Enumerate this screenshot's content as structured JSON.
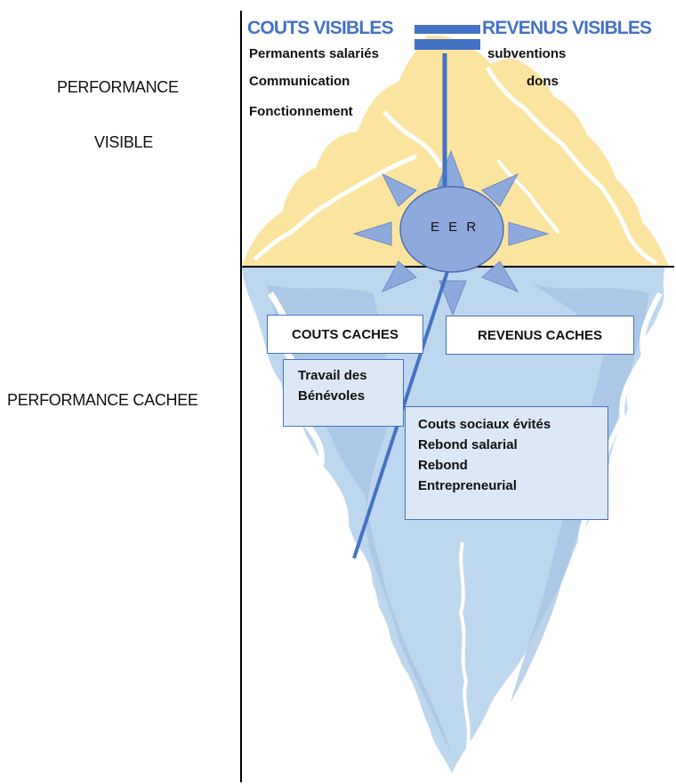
{
  "left_labels": {
    "visible_line1": "PERFORMANCE",
    "visible_line2": "VISIBLE",
    "hidden": "PERFORMANCE CACHEE"
  },
  "top": {
    "costs_header": "COUTS VISIBLES",
    "revenue_header": "REVENUS VISIBLES",
    "costs_items": [
      "Permanents salariés",
      "Communication",
      "Fonctionnement"
    ],
    "revenue_items": [
      "subventions",
      "dons"
    ]
  },
  "center": {
    "label": "E E R"
  },
  "hidden": {
    "costs_label": "COUTS CACHES",
    "revenue_label": "REVENUS CACHES",
    "volunteer_lines": [
      "Travail des",
      "Bénévoles"
    ],
    "social_lines": [
      "Couts sociaux évités",
      "Rebond salarial",
      "Rebond",
      "Entrepreneurial"
    ]
  },
  "colors": {
    "iceberg_top": "#fbe4a0",
    "iceberg_bottom": "#bdd7ee",
    "accent": "#4472c4",
    "sun_fill": "#8ea9db"
  }
}
